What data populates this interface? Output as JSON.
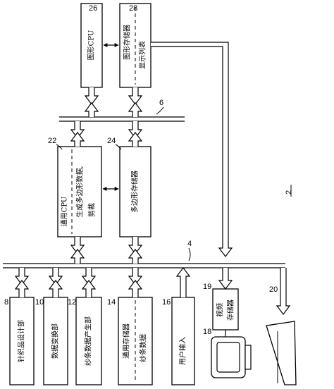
{
  "figure_label": "2",
  "blocks": {
    "graphics_cpu": {
      "ref": "26",
      "label": "图形CPU"
    },
    "graphics_mem": {
      "ref": "28",
      "label1": "图形存储器",
      "label2": "显示列表"
    },
    "general_cpu": {
      "ref": "22",
      "label1": "通用CPU",
      "label2": "生成多边形数据,",
      "label3": "剪裁"
    },
    "polygon_mem": {
      "ref": "24",
      "label": "多边形存储器"
    },
    "knit_design": {
      "ref": "8",
      "label": "针织品设计部"
    },
    "data_convert": {
      "ref": "10",
      "label": "数据变换部"
    },
    "yarn_data_gen": {
      "ref": "12",
      "label": "纱条数据产生部"
    },
    "general_mem": {
      "ref": "14",
      "label1": "通用存储器",
      "label2": "纱条数据"
    },
    "user_input": {
      "ref": "16",
      "label": "用户输入"
    },
    "video_mem": {
      "ref": "19",
      "label1": "视频",
      "label2": "存储器"
    },
    "monitor": {
      "ref": "18"
    },
    "printer": {
      "ref": "20"
    }
  },
  "buses": {
    "graphics_bus": {
      "ref": "6"
    },
    "main_bus": {
      "ref": "4"
    }
  }
}
